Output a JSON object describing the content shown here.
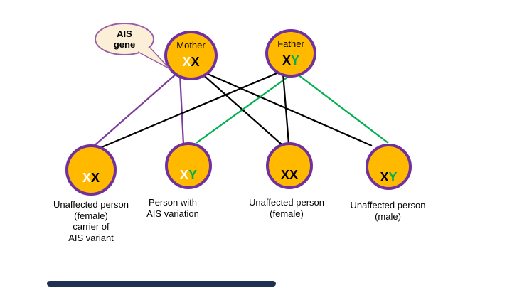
{
  "callout": {
    "lines": [
      "AIS",
      "gene"
    ]
  },
  "parents": [
    {
      "label": "Mother",
      "chromosomes": [
        {
          "letter": "X",
          "color": "white"
        },
        {
          "letter": "X",
          "color": "black"
        }
      ]
    },
    {
      "label": "Father",
      "chromosomes": [
        {
          "letter": "X",
          "color": "black"
        },
        {
          "letter": "Y",
          "color": "green"
        }
      ]
    }
  ],
  "children": [
    {
      "chromosomes": [
        {
          "letter": "X",
          "color": "white"
        },
        {
          "letter": "X",
          "color": "black"
        }
      ],
      "caption_lines": [
        "Unaffected person",
        "(female)",
        "carrier of",
        "AIS variant"
      ]
    },
    {
      "chromosomes": [
        {
          "letter": "X",
          "color": "white"
        },
        {
          "letter": "Y",
          "color": "green"
        }
      ],
      "caption_lines": [
        "Person with",
        "AIS variation"
      ]
    },
    {
      "chromosomes": [
        {
          "letter": "X",
          "color": "black"
        },
        {
          "letter": "X",
          "color": "black"
        }
      ],
      "caption_lines": [
        "Unaffected person",
        "(female)"
      ]
    },
    {
      "chromosomes": [
        {
          "letter": "X",
          "color": "black"
        },
        {
          "letter": "Y",
          "color": "green"
        }
      ],
      "caption_lines": [
        "Unaffected person",
        "(male)"
      ]
    }
  ],
  "connections": [
    {
      "from": "mother",
      "to": "child-1",
      "color_name": "purple",
      "stroke": "#7D3C98"
    },
    {
      "from": "mother",
      "to": "child-2",
      "color_name": "purple",
      "stroke": "#7D3C98"
    },
    {
      "from": "mother",
      "to": "child-3",
      "color_name": "black",
      "stroke": "#000000"
    },
    {
      "from": "mother",
      "to": "child-4",
      "color_name": "black",
      "stroke": "#000000"
    },
    {
      "from": "father",
      "to": "child-1",
      "color_name": "black",
      "stroke": "#000000"
    },
    {
      "from": "father",
      "to": "child-2",
      "color_name": "green",
      "stroke": "#00B050"
    },
    {
      "from": "father",
      "to": "child-3",
      "color_name": "black",
      "stroke": "#000000"
    },
    {
      "from": "father",
      "to": "child-4",
      "color_name": "green",
      "stroke": "#00B050"
    }
  ],
  "colors": {
    "node_fill": "#FFBA00",
    "node_border": "#7030A0",
    "purple_line": "#7D3C98",
    "green": "#00B050",
    "white": "#FFFFFF",
    "black": "#000000",
    "callout_fill": "#FBEFD8",
    "callout_border": "#9A5EA8",
    "bottom_bar": "#1F3050"
  }
}
